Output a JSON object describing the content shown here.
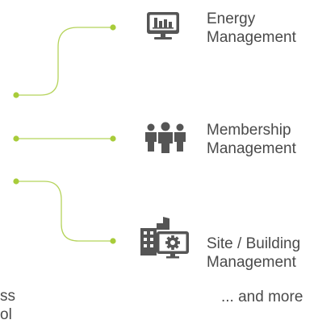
{
  "items": [
    {
      "line1": "Energy",
      "line2": "Management",
      "icon": "monitor-chart-icon"
    },
    {
      "line1": "Membership",
      "line2": "Management",
      "icon": "people-group-icon"
    },
    {
      "line1": "Site / Building",
      "line2": "Management",
      "icon": "building-gear-icon"
    }
  ],
  "cut_label": {
    "line1": "ss",
    "line2": "ol"
  },
  "more": "... and more",
  "colors": {
    "connector": "#a8cc3a",
    "icon": "#555555",
    "text": "#4a4a4a"
  }
}
